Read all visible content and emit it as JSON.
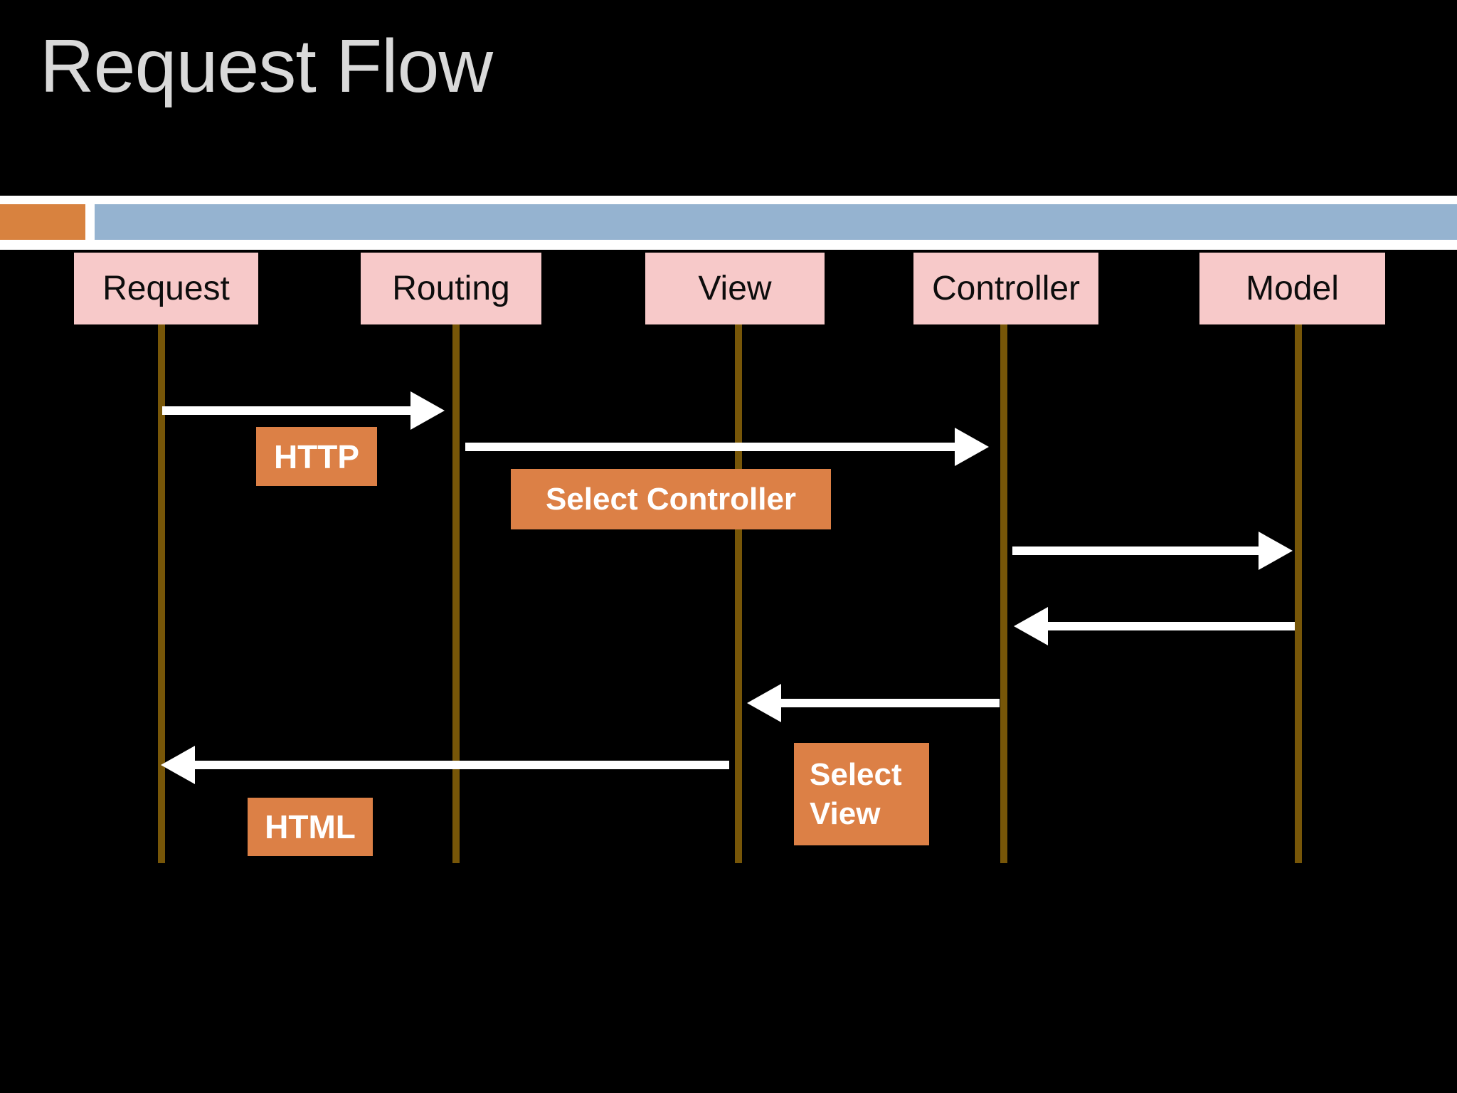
{
  "slide": {
    "title": "Request Flow"
  },
  "actors": [
    {
      "label": "Request"
    },
    {
      "label": "Routing"
    },
    {
      "label": "View"
    },
    {
      "label": "Controller"
    },
    {
      "label": "Model"
    }
  ],
  "messages": [
    {
      "label": "HTTP",
      "from": "Request",
      "to": "Routing",
      "direction": "right"
    },
    {
      "label": "Select Controller",
      "from": "Routing",
      "to": "Controller",
      "direction": "right"
    },
    {
      "label": "",
      "from": "Controller",
      "to": "Model",
      "direction": "right"
    },
    {
      "label": "",
      "from": "Model",
      "to": "Controller",
      "direction": "left"
    },
    {
      "label": "Select View",
      "lines": [
        "Select",
        "View"
      ],
      "from": "Controller",
      "to": "View",
      "direction": "left"
    },
    {
      "label": "HTML",
      "from": "View",
      "to": "Request",
      "direction": "left"
    }
  ],
  "colors": {
    "background": "#000000",
    "title_text": "#D9D9D9",
    "band_white": "#FFFFFF",
    "band_orange": "#D8823F",
    "band_blue": "#95B3D0",
    "actor_fill": "#F7C9C9",
    "actor_text": "#0D0D0D",
    "lifeline": "#775608",
    "arrow": "#FFFFFF",
    "label_fill": "#DC8046",
    "label_text": "#FFFFFF"
  }
}
